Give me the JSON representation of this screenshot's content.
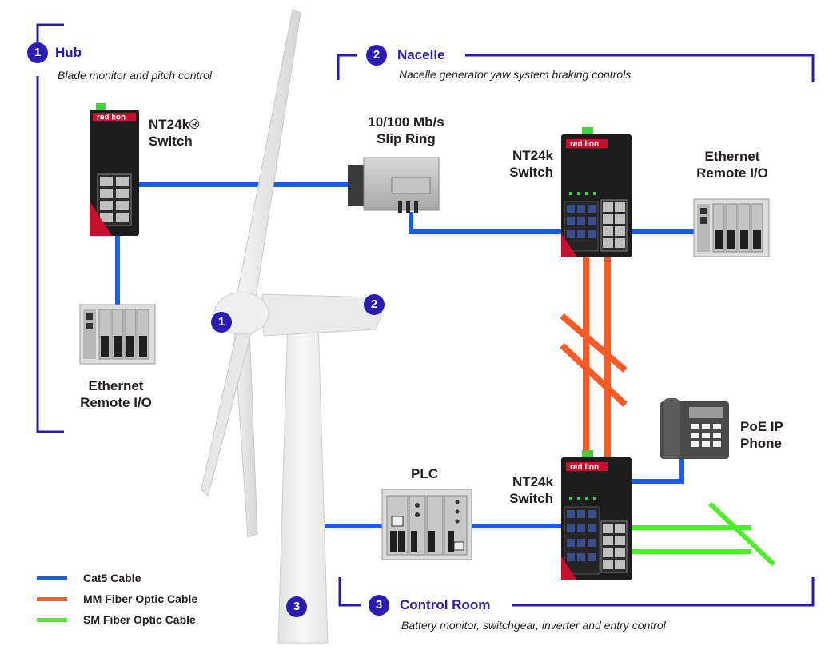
{
  "sections": {
    "hub": {
      "number": "1",
      "title": "Hub",
      "subtitle": "Blade monitor and pitch control"
    },
    "nacelle": {
      "number": "2",
      "title": "Nacelle",
      "subtitle": "Nacelle generator yaw system braking controls"
    },
    "control_room": {
      "number": "3",
      "title": "Control Room",
      "subtitle": "Battery monitor, switchgear, inverter and entry control"
    }
  },
  "devices": {
    "hub_switch": {
      "line1": "NT24k®",
      "line2": "Switch"
    },
    "slip_ring": {
      "line1": "10/100 Mb/s",
      "line2": "Slip Ring"
    },
    "nacelle_switch": {
      "line1": "NT24k",
      "line2": "Switch"
    },
    "nacelle_remote_io": {
      "line1": "Ethernet",
      "line2": "Remote I/O"
    },
    "hub_remote_io": {
      "line1": "Ethernet",
      "line2": "Remote I/O"
    },
    "plc": {
      "label": "PLC"
    },
    "control_switch": {
      "line1": "NT24k",
      "line2": "Switch"
    },
    "ip_phone": {
      "line1": "PoE IP",
      "line2": "Phone"
    }
  },
  "brand_text": "red lion",
  "turbine_markers": [
    "1",
    "2",
    "3"
  ],
  "legend": [
    {
      "label": "Cat5 Cable",
      "color": "#1b5ce8"
    },
    {
      "label": "MM Fiber Optic Cable",
      "color": "#ff5a26"
    },
    {
      "label": "SM Fiber Optic Cable",
      "color": "#4cf02a"
    }
  ],
  "colors": {
    "accent": "#2a1bb5",
    "cat5": "#1b5ce8",
    "mm_fiber": "#ff5a26",
    "sm_fiber": "#4cf02a"
  }
}
